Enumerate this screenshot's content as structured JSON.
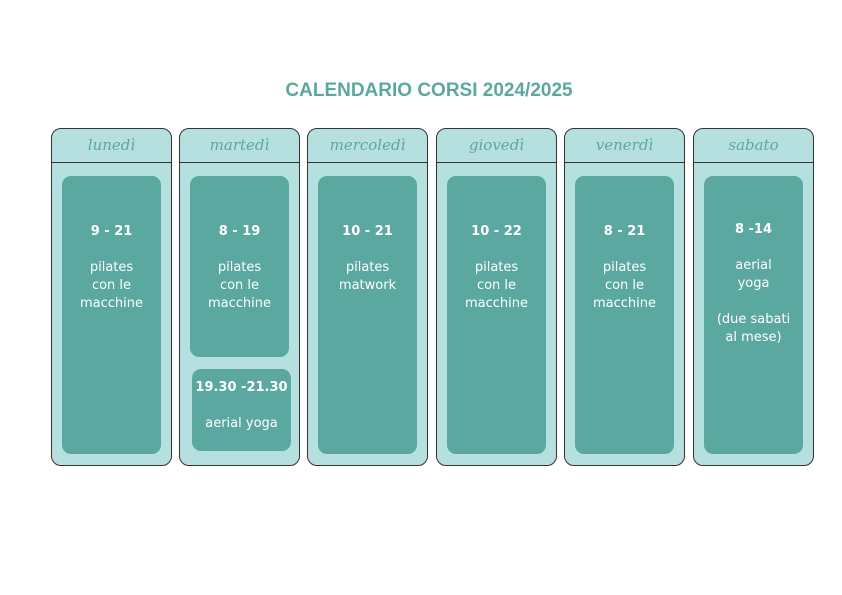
{
  "title": "CALENDARIO CORSI 2024/2025",
  "days": [
    {
      "name": "lunedì",
      "blocks": [
        {
          "time": "9 - 21",
          "lines": [
            "pilates",
            "con le",
            "macchine"
          ]
        }
      ]
    },
    {
      "name": "martedì",
      "blocks": [
        {
          "time": "8 - 19",
          "lines": [
            "pilates",
            "con le",
            "macchine"
          ]
        },
        {
          "time": "19.30 -21.30",
          "lines": [
            "aerial yoga"
          ]
        }
      ]
    },
    {
      "name": "mercoledì",
      "blocks": [
        {
          "time": "10 - 21",
          "lines": [
            "pilates",
            "matwork"
          ]
        }
      ]
    },
    {
      "name": "giovedì",
      "blocks": [
        {
          "time": "10 - 22",
          "lines": [
            "pilates",
            "con le",
            "macchine"
          ]
        }
      ]
    },
    {
      "name": "venerdì",
      "blocks": [
        {
          "time": "8 - 21",
          "lines": [
            "pilates",
            "con le",
            "macchine"
          ]
        }
      ]
    },
    {
      "name": "sabato",
      "blocks": [
        {
          "time": "8 -14",
          "lines": [
            "aerial",
            "yoga",
            "",
            "(due sabati",
            "al mese)"
          ]
        }
      ]
    }
  ],
  "colors": {
    "accent": "#5ba8a0",
    "light": "#b6e0e0"
  }
}
